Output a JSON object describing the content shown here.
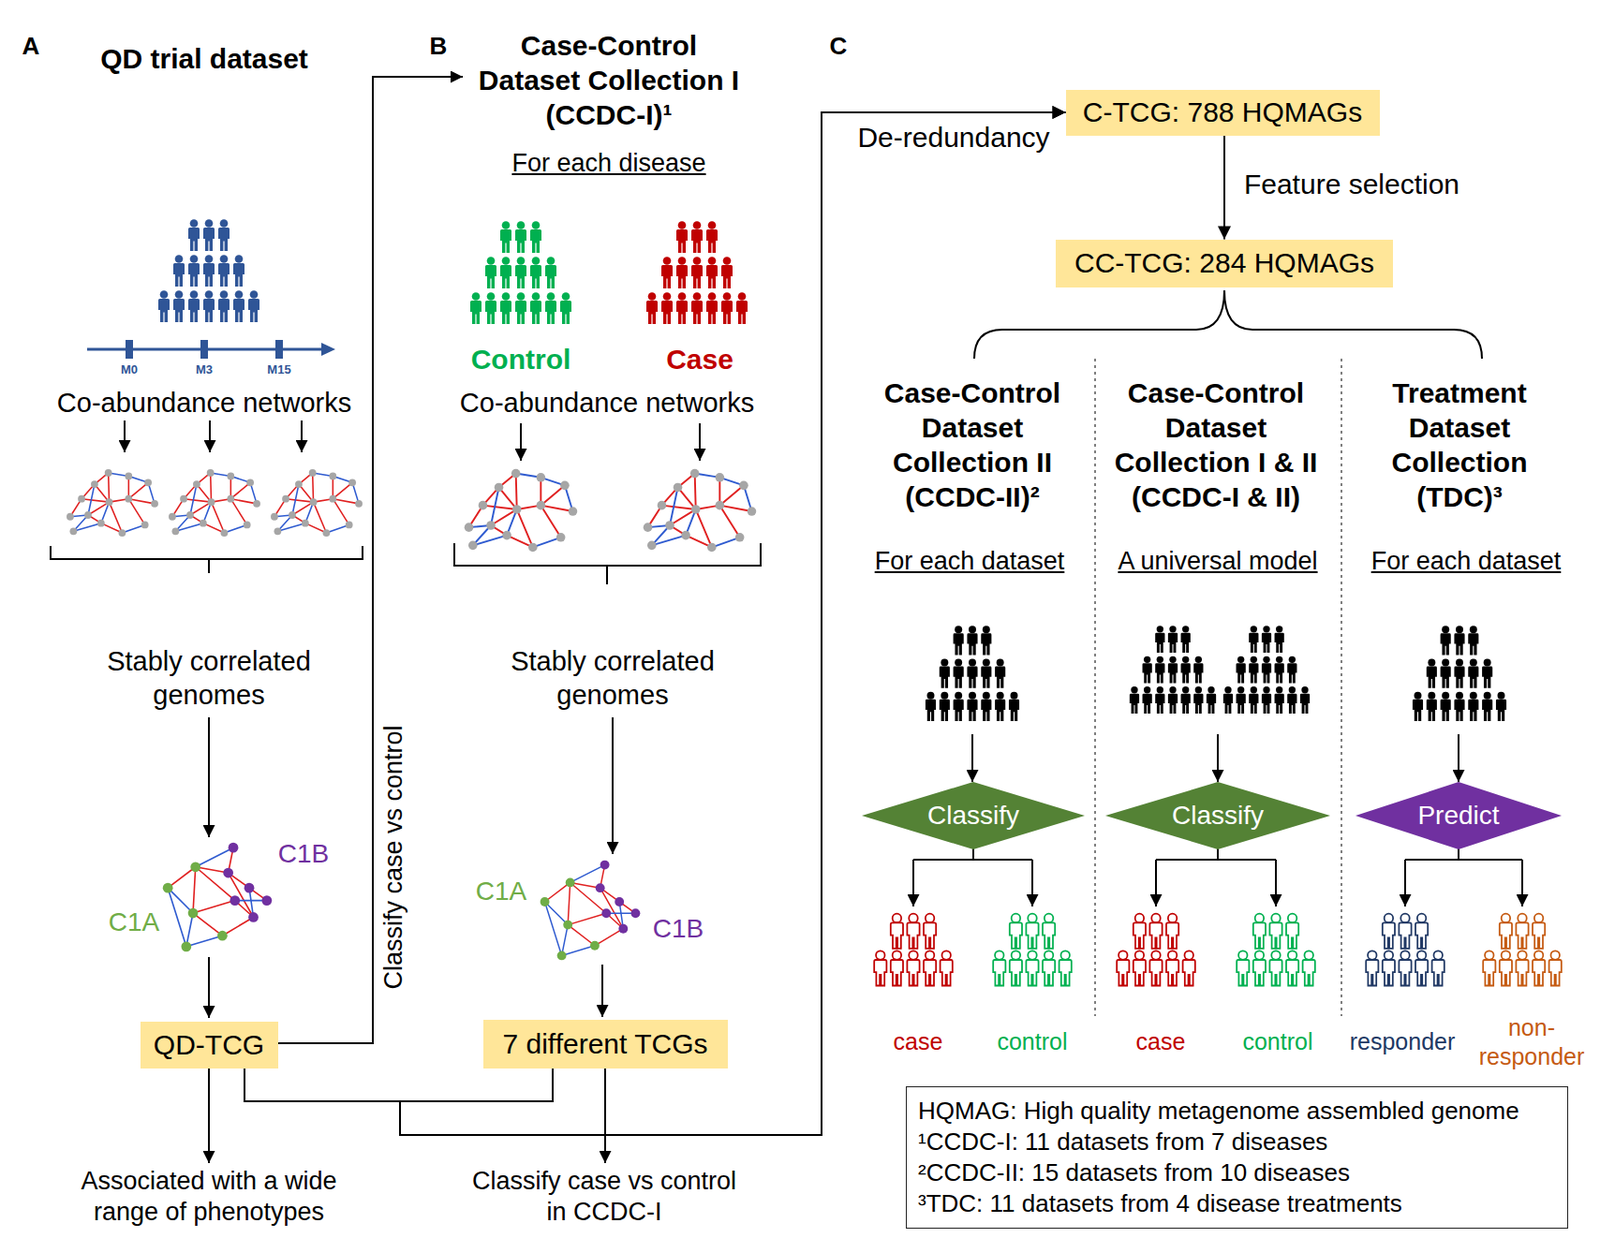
{
  "diagram": {
    "nodes": [
      {
        "text": [
          "QD-TCG"
        ]
      },
      {
        "text": [
          "7 different TCGs"
        ]
      },
      {
        "text": [
          "C-TCG: 788 HQMAGs"
        ]
      },
      {
        "text": [
          "CC-TCG: 284 HQMAGs"
        ]
      },
      {
        "text": [
          "Classify"
        ]
      },
      {
        "text": [
          "Classify"
        ]
      },
      {
        "text": [
          "Predict"
        ]
      },
      {
        "text": [
          "HQMAG: High quality metagenome assembled genome",
          "¹CCDC-I: 11 datasets from 7 diseases",
          "²CCDC-II: 15 datasets from 10 diseases",
          "³TDC: 11 datasets from 4 disease treatments"
        ]
      }
    ],
    "edges": [
      {
        "from": 0,
        "to": 2,
        "arrow": "to"
      },
      {
        "from": 1,
        "to": 2,
        "arrow": "to"
      },
      {
        "from": 2,
        "to": 3,
        "label": "Feature selection",
        "arrow": "to"
      }
    ],
    "labels": [
      "A",
      "QD trial dataset",
      "M0",
      "M3",
      "M15",
      "Co-abundance networks",
      "Stably correlated genomes",
      "C1B",
      "C1A",
      "Classify case vs control",
      "Associated with a wide range of phenotypes",
      "B",
      "Case-Control Dataset Collection I (CCDC-I)¹",
      "For each disease",
      "Control",
      "Case",
      "Co-abundance networks",
      "Stably correlated genomes",
      "C1A",
      "C1B",
      "Classify case vs control in CCDC-I",
      "C",
      "De-redundancy",
      "Case-Control Dataset Collection II (CCDC-II)²",
      "Case-Control Dataset Collection I & II (CCDC-I & II)",
      "Treatment Dataset Collection (TDC)³",
      "For each dataset",
      "A universal model",
      "For each dataset",
      "case",
      "control",
      "case",
      "control",
      "responder",
      "non-responder"
    ]
  }
}
